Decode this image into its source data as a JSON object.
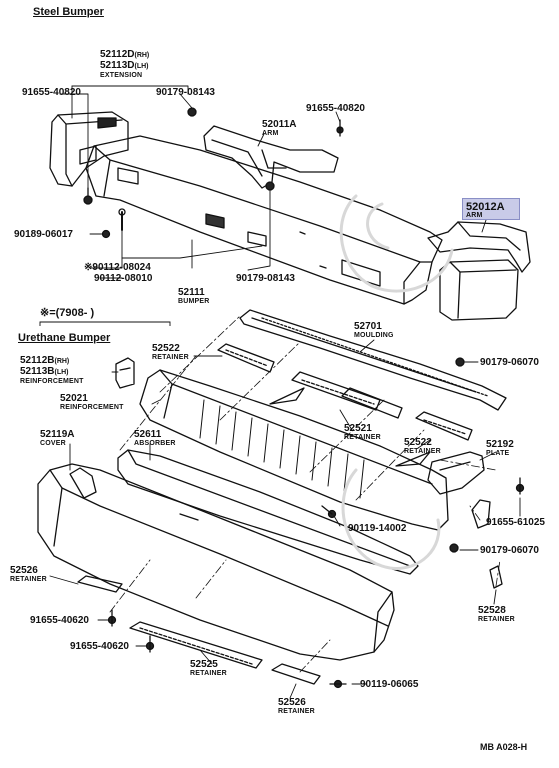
{
  "sections": {
    "steel": "Steel Bumper",
    "urethane": "Urethane Bumper"
  },
  "date_note": "※=(7908-     )",
  "footer_code": "MB A028-H",
  "highlight_color": "#c9cbe8",
  "labels": {
    "p52112d": "52112D",
    "p52112d_side": "(RH)",
    "p52113d": "52113D",
    "p52113d_side": "(LH)",
    "extension": "EXTENSION",
    "p91655_40820_a": "91655-40820",
    "p90179_08143_a": "90179-08143",
    "p91655_40820_b": "91655-40820",
    "p52011a": "52011A",
    "arm_a": "ARM",
    "p52012a": "52012A",
    "arm_b": "ARM",
    "p90189_06017": "90189-06017",
    "p90112_08024": "※90112-08024",
    "p90112_08010": "90112-08010",
    "p90179_08143_b": "90179-08143",
    "p52111": "52111",
    "bumper": "BUMPER",
    "p52701": "52701",
    "moulding": "MOULDING",
    "p52522_a": "52522",
    "retainer_a": "RETAINER",
    "p90179_06070_a": "90179-06070",
    "p52112b": "52112B",
    "p52112b_side": "(RH)",
    "p52113b": "52113B",
    "p52113b_side": "(LH)",
    "reinforcement_a": "REINFORCEMENT",
    "p52021": "52021",
    "reinforcement_b": "REINFORCEMENT",
    "p52521": "52521",
    "retainer_b": "RETAINER",
    "p52119a": "52119A",
    "cover": "COVER",
    "p52611": "52611",
    "absorber": "ABSORBER",
    "p52522_b": "52522",
    "retainer_c": "RETAINER",
    "p52192": "52192",
    "plate": "PLATE",
    "p91655_61025": "91655-61025",
    "p90119_14002": "90119-14002",
    "p90179_06070_b": "90179-06070",
    "p52526_a": "52526",
    "retainer_d": "RETAINER",
    "p91655_40620_a": "91655-40620",
    "p91655_40620_b": "91655-40620",
    "p52525": "52525",
    "retainer_e": "RETAINER",
    "p52526_b": "52526",
    "retainer_f": "RETAINER",
    "p90119_06065": "90119-06065",
    "p52528": "52528",
    "retainer_g": "RETAINER"
  }
}
